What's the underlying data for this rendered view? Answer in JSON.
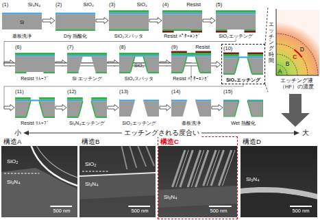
{
  "diagram": {
    "nodes": [
      {
        "text": [
          "(1)",
          "Si₃N₄",
          "Si",
          "基板洗浄"
        ]
      },
      {
        "text": [
          "(2)",
          "SiO₂",
          "Dry 熱酸化"
        ]
      },
      {
        "text": [
          "(3)",
          "SiO₂",
          "SiO₂スパッタ"
        ]
      },
      {
        "text": [
          "(4)",
          "Resist",
          "Resist ﾊﾟﾀｰﾆﾝｸﾞ"
        ]
      },
      {
        "text": [
          "(5)",
          "SiO₂エッチング"
        ]
      },
      {
        "text": [
          "(6)",
          "Resist ﾘﾑｰﾌﾞ"
        ]
      },
      {
        "text": [
          "(7)",
          "Si エッチング"
        ]
      },
      {
        "text": [
          "(8)",
          "SiO₂",
          "SiO₂スパッタ"
        ]
      },
      {
        "text": [
          "(9)",
          "Resist",
          "Resist ﾊﾟﾀｰﾆﾝｸﾞ"
        ]
      },
      {
        "text": [
          "(10)",
          "SiO₂エッチング"
        ]
      },
      {
        "text": [
          "(11)",
          "Resist ﾘﾑｰﾌﾞ"
        ]
      },
      {
        "text": [
          "(12)",
          "Si₃N₄エッチング"
        ]
      },
      {
        "text": [
          "(13)",
          "SiO₂エッチング"
        ]
      },
      {
        "text": [
          "(14)",
          "基板洗浄"
        ]
      },
      {
        "text": [
          "(15)",
          "Wet 熱酸化"
        ]
      },
      {
        "text": [
          "エッチング時間",
          "エッチング液（HF）の濃度",
          "A",
          "B",
          "C",
          "D"
        ]
      },
      {
        "text": [
          "構造A",
          "SiO₂",
          "Si₃N₄",
          "500 nm"
        ]
      },
      {
        "text": [
          "構造B",
          "SiO₂",
          "Si₃N₄",
          "500 nm"
        ]
      },
      {
        "text": [
          "構造C",
          "Si₃N₄",
          "500 nm"
        ]
      },
      {
        "text": [
          "構造D",
          "Si₃N₄",
          "500 nm"
        ]
      }
    ],
    "edges": [
      {
        "from": 0,
        "to": 1,
        "arrow": "to"
      },
      {
        "from": 1,
        "to": 2,
        "arrow": "to"
      },
      {
        "from": 2,
        "to": 3,
        "arrow": "to"
      },
      {
        "from": 3,
        "to": 4,
        "arrow": "to"
      },
      {
        "from": 4,
        "to": 5,
        "arrow": "to"
      },
      {
        "from": 5,
        "to": 6,
        "arrow": "to"
      },
      {
        "from": 6,
        "to": 7,
        "arrow": "to"
      },
      {
        "from": 7,
        "to": 8,
        "arrow": "to"
      },
      {
        "from": 8,
        "to": 9,
        "arrow": "to"
      },
      {
        "from": 9,
        "to": 10,
        "arrow": "to"
      },
      {
        "from": 10,
        "to": 11,
        "arrow": "to"
      },
      {
        "from": 11,
        "to": 12,
        "arrow": "to"
      },
      {
        "from": 12,
        "to": 13,
        "arrow": "to"
      },
      {
        "from": 13,
        "to": 14,
        "arrow": "to"
      },
      {
        "from": 9,
        "to": 15,
        "arrow": "none"
      }
    ],
    "labels": [
      "小",
      "エッチングされる度合い",
      "大"
    ]
  }
}
